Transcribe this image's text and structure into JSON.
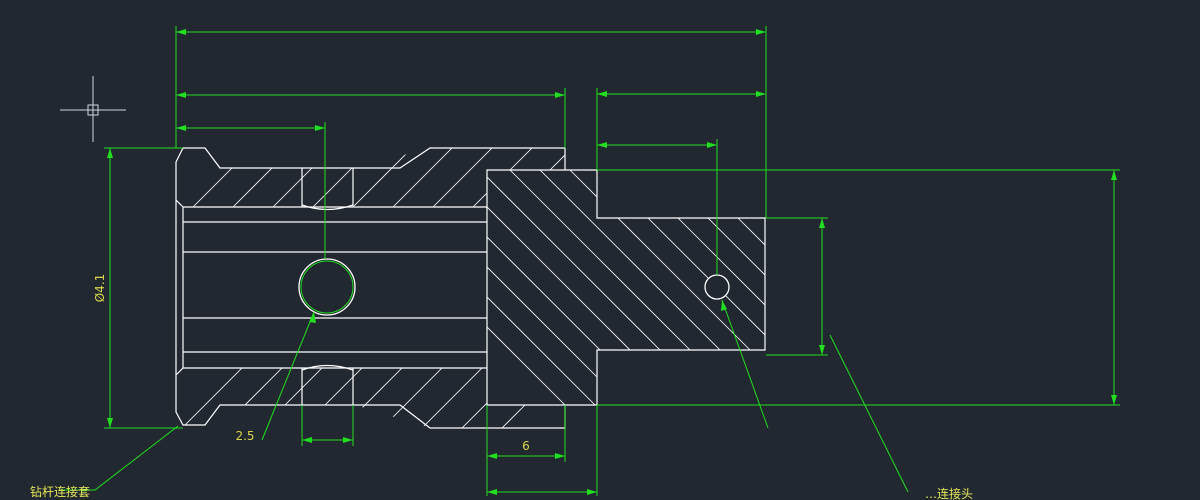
{
  "drawing": {
    "background": "#212830",
    "colors": {
      "outline": "#ffffff",
      "dimension": "#22dd22",
      "text": "#d7d44a"
    },
    "dimensions": {
      "d_total": "",
      "d_left": "",
      "d_left_small": "",
      "d_right_top": "",
      "d_hole_offset": "",
      "d_bore": "Ø4.1",
      "d_small_hole_h": "",
      "d_right_height": "",
      "d_groove_bottom": "2.5",
      "d_hole_bottom": "",
      "d_step": "6",
      "d_step_width": ""
    },
    "callouts": {
      "part_left": "钻杆连接套",
      "part_right": "…连接头"
    },
    "icons": {
      "crosshair": "crosshair-icon"
    }
  }
}
